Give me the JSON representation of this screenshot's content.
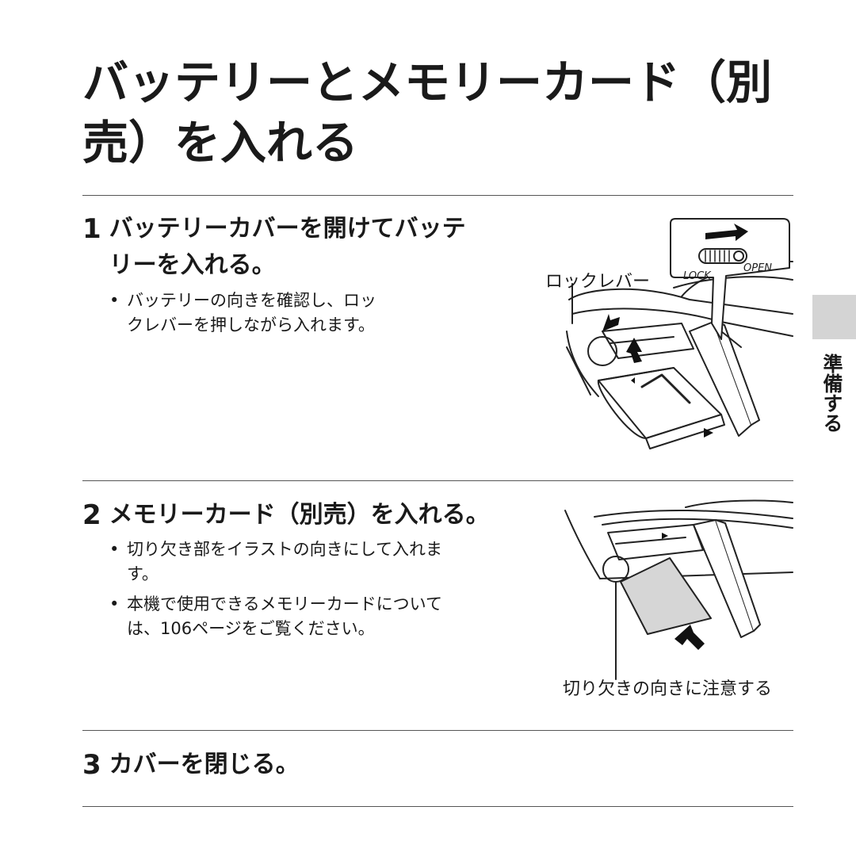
{
  "page": {
    "title": "バッテリーとメモリーカード（別売）を入れる",
    "side_label": "準備する"
  },
  "steps": [
    {
      "number": "1",
      "title": "バッテリーカバーを開けてバッテリーを入れる。",
      "bullets": [
        "バッテリーの向きを確認し、ロックレバーを押しながら入れます。"
      ]
    },
    {
      "number": "2",
      "title": "メモリーカード（別売）を入れる。",
      "bullets": [
        "切り欠き部をイラストの向きにして入れます。",
        "本機で使用できるメモリーカードについては、106ページをご覧ください。"
      ]
    },
    {
      "number": "3",
      "title": "カバーを閉じる。",
      "bullets": []
    }
  ],
  "illustration1": {
    "lock_lever_label": "ロックレバー",
    "lock_text": "LOCK",
    "open_text": "OPEN"
  },
  "illustration2": {
    "notch_caption": "切り欠きの向きに注意する"
  },
  "bullet_symbol": "•"
}
